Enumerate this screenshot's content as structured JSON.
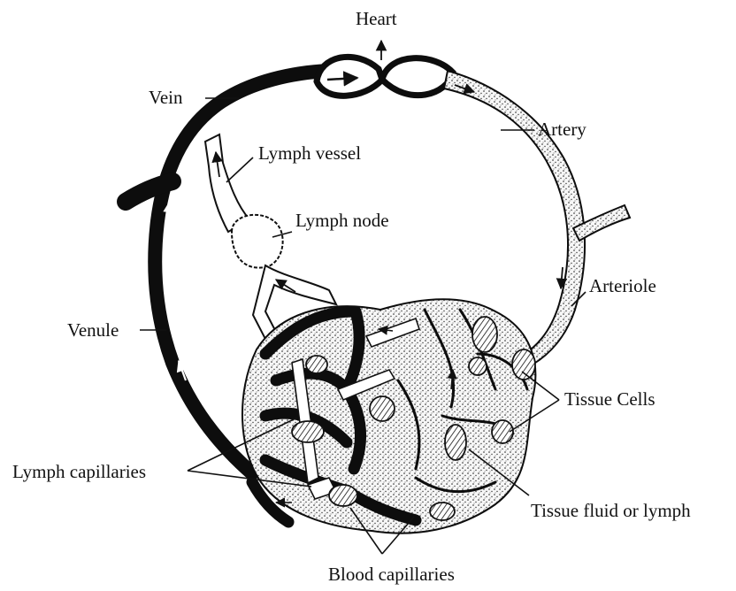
{
  "diagram": {
    "labels": {
      "heart": "Heart",
      "vein": "Vein",
      "artery": "Artery",
      "lymph_vessel": "Lymph vessel",
      "lymph_node": "Lymph node",
      "arteriole": "Arteriole",
      "venule": "Venule",
      "tissue_cells": "Tissue Cells",
      "lymph_capillaries": "Lymph capillaries",
      "tissue_fluid": "Tissue fluid or lymph",
      "blood_capillaries": "Blood capillaries"
    },
    "colors": {
      "ink": "#0d0d0d",
      "background": "#ffffff"
    }
  }
}
